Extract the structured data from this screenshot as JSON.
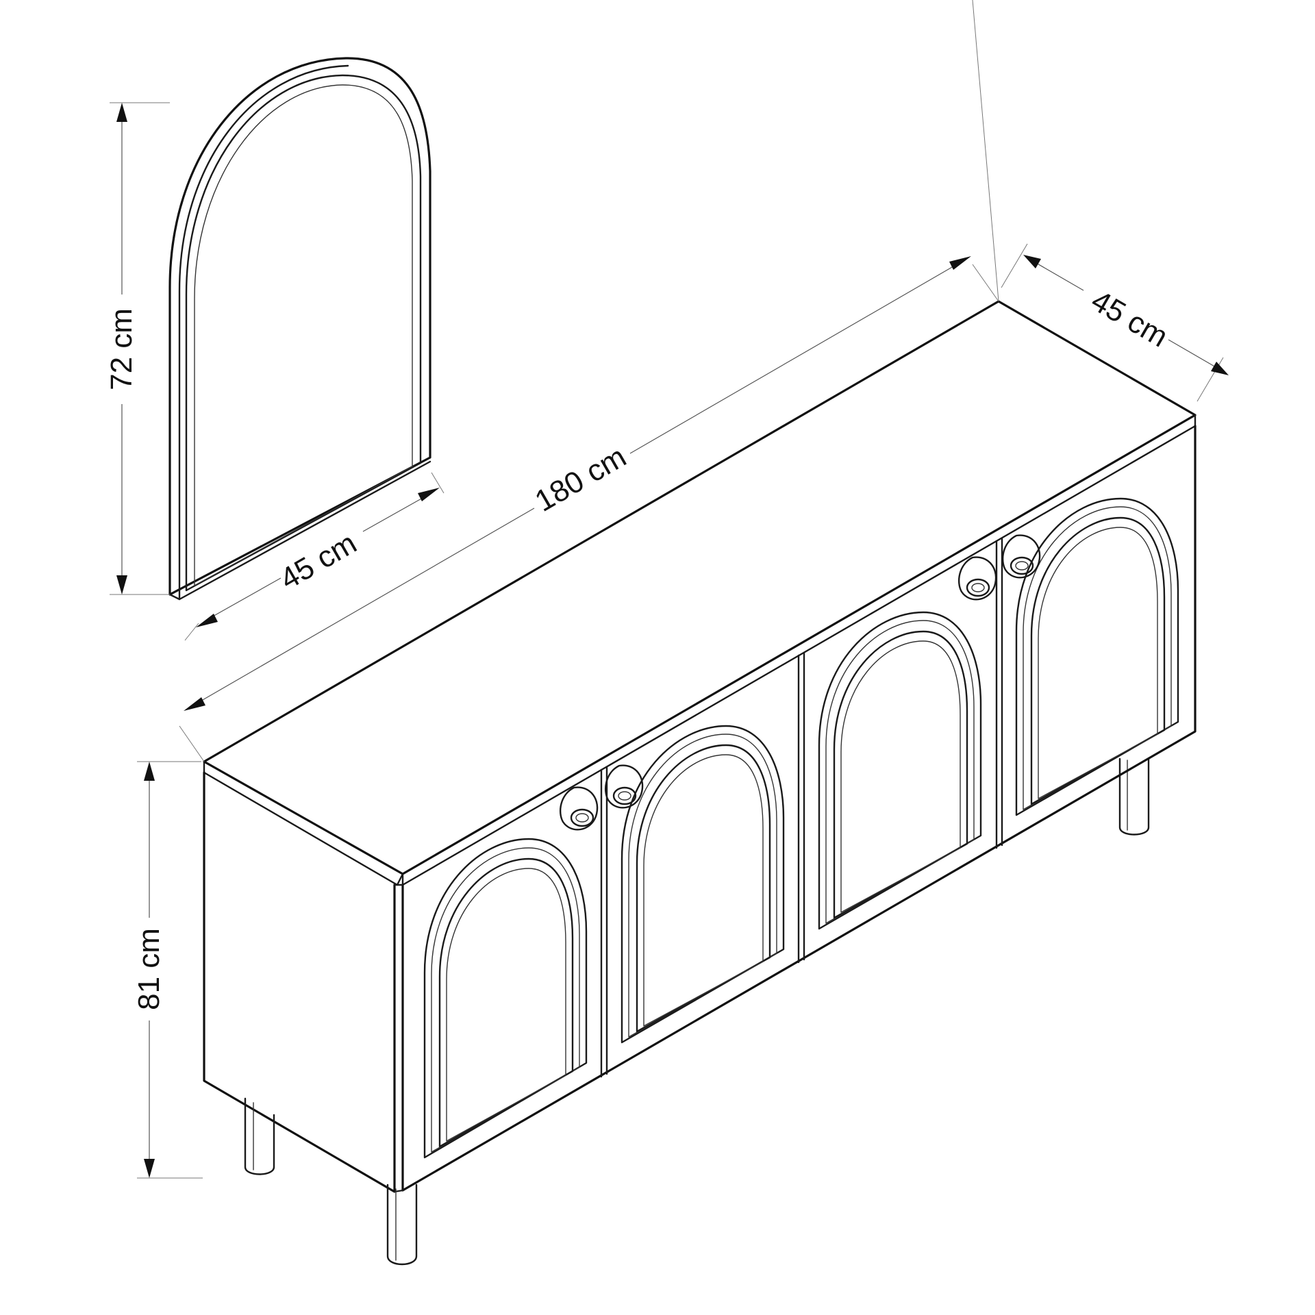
{
  "dimensions": {
    "mirror_height": "72 cm",
    "mirror_width": "45 cm",
    "cabinet_length": "180 cm",
    "cabinet_depth": "45 cm",
    "cabinet_height": "81 cm"
  },
  "colors": {
    "line": "#111111",
    "background": "#ffffff"
  }
}
